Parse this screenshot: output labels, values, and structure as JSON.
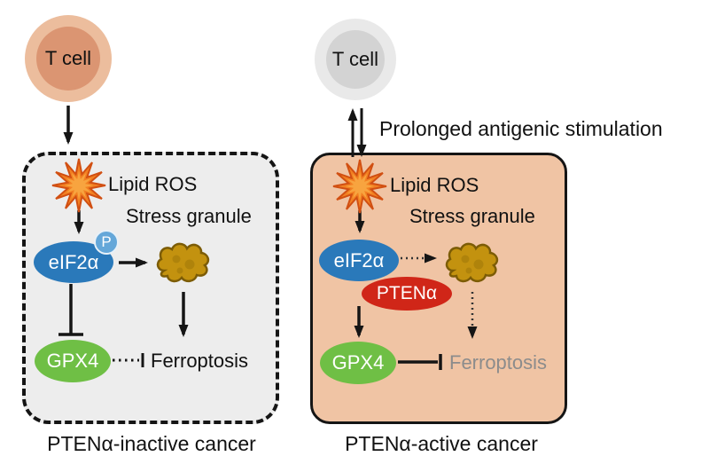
{
  "left_panel": {
    "caption": "PTENα-inactive cancer",
    "t_cell_label": "T cell",
    "lipid_ros_label": "Lipid ROS",
    "stress_granule_label": "Stress granule",
    "eif2a_label": "eIF2α",
    "phospho_label": "P",
    "gpx4_label": "GPX4",
    "ferroptosis_label": "Ferroptosis"
  },
  "right_panel": {
    "caption": "PTENα-active cancer",
    "t_cell_label": "T cell",
    "stimulation_label": "Prolonged antigenic stimulation",
    "lipid_ros_label": "Lipid ROS",
    "stress_granule_label": "Stress granule",
    "eif2a_label": "eIF2α",
    "ptena_label": "PTENα",
    "gpx4_label": "GPX4",
    "ferroptosis_label": "Ferroptosis"
  },
  "icons": {
    "lipid_ros": "starburst-icon",
    "stress_granule": "granule-blob-icon"
  },
  "colors": {
    "eif2a_fill": "#2a79ba",
    "phospho_fill": "#64a7d9",
    "ptena_fill": "#d02618",
    "gpx4_fill": "#6fbf45",
    "granule_fill": "#c3920f",
    "granule_stroke": "#7c5c06",
    "starburst_fill": "#f28022",
    "starburst_stroke": "#d14f12",
    "left_panel_bg": "#ededed",
    "right_panel_bg": "#f0c4a4",
    "t_cell_left_outer": "#ecbd9d",
    "t_cell_left_inner": "#db9572",
    "t_cell_right_outer": "#e9e9e9",
    "t_cell_right_inner": "#d3d3d3",
    "ferroptosis_muted_text": "#8c8c8c",
    "line": "#151515"
  }
}
